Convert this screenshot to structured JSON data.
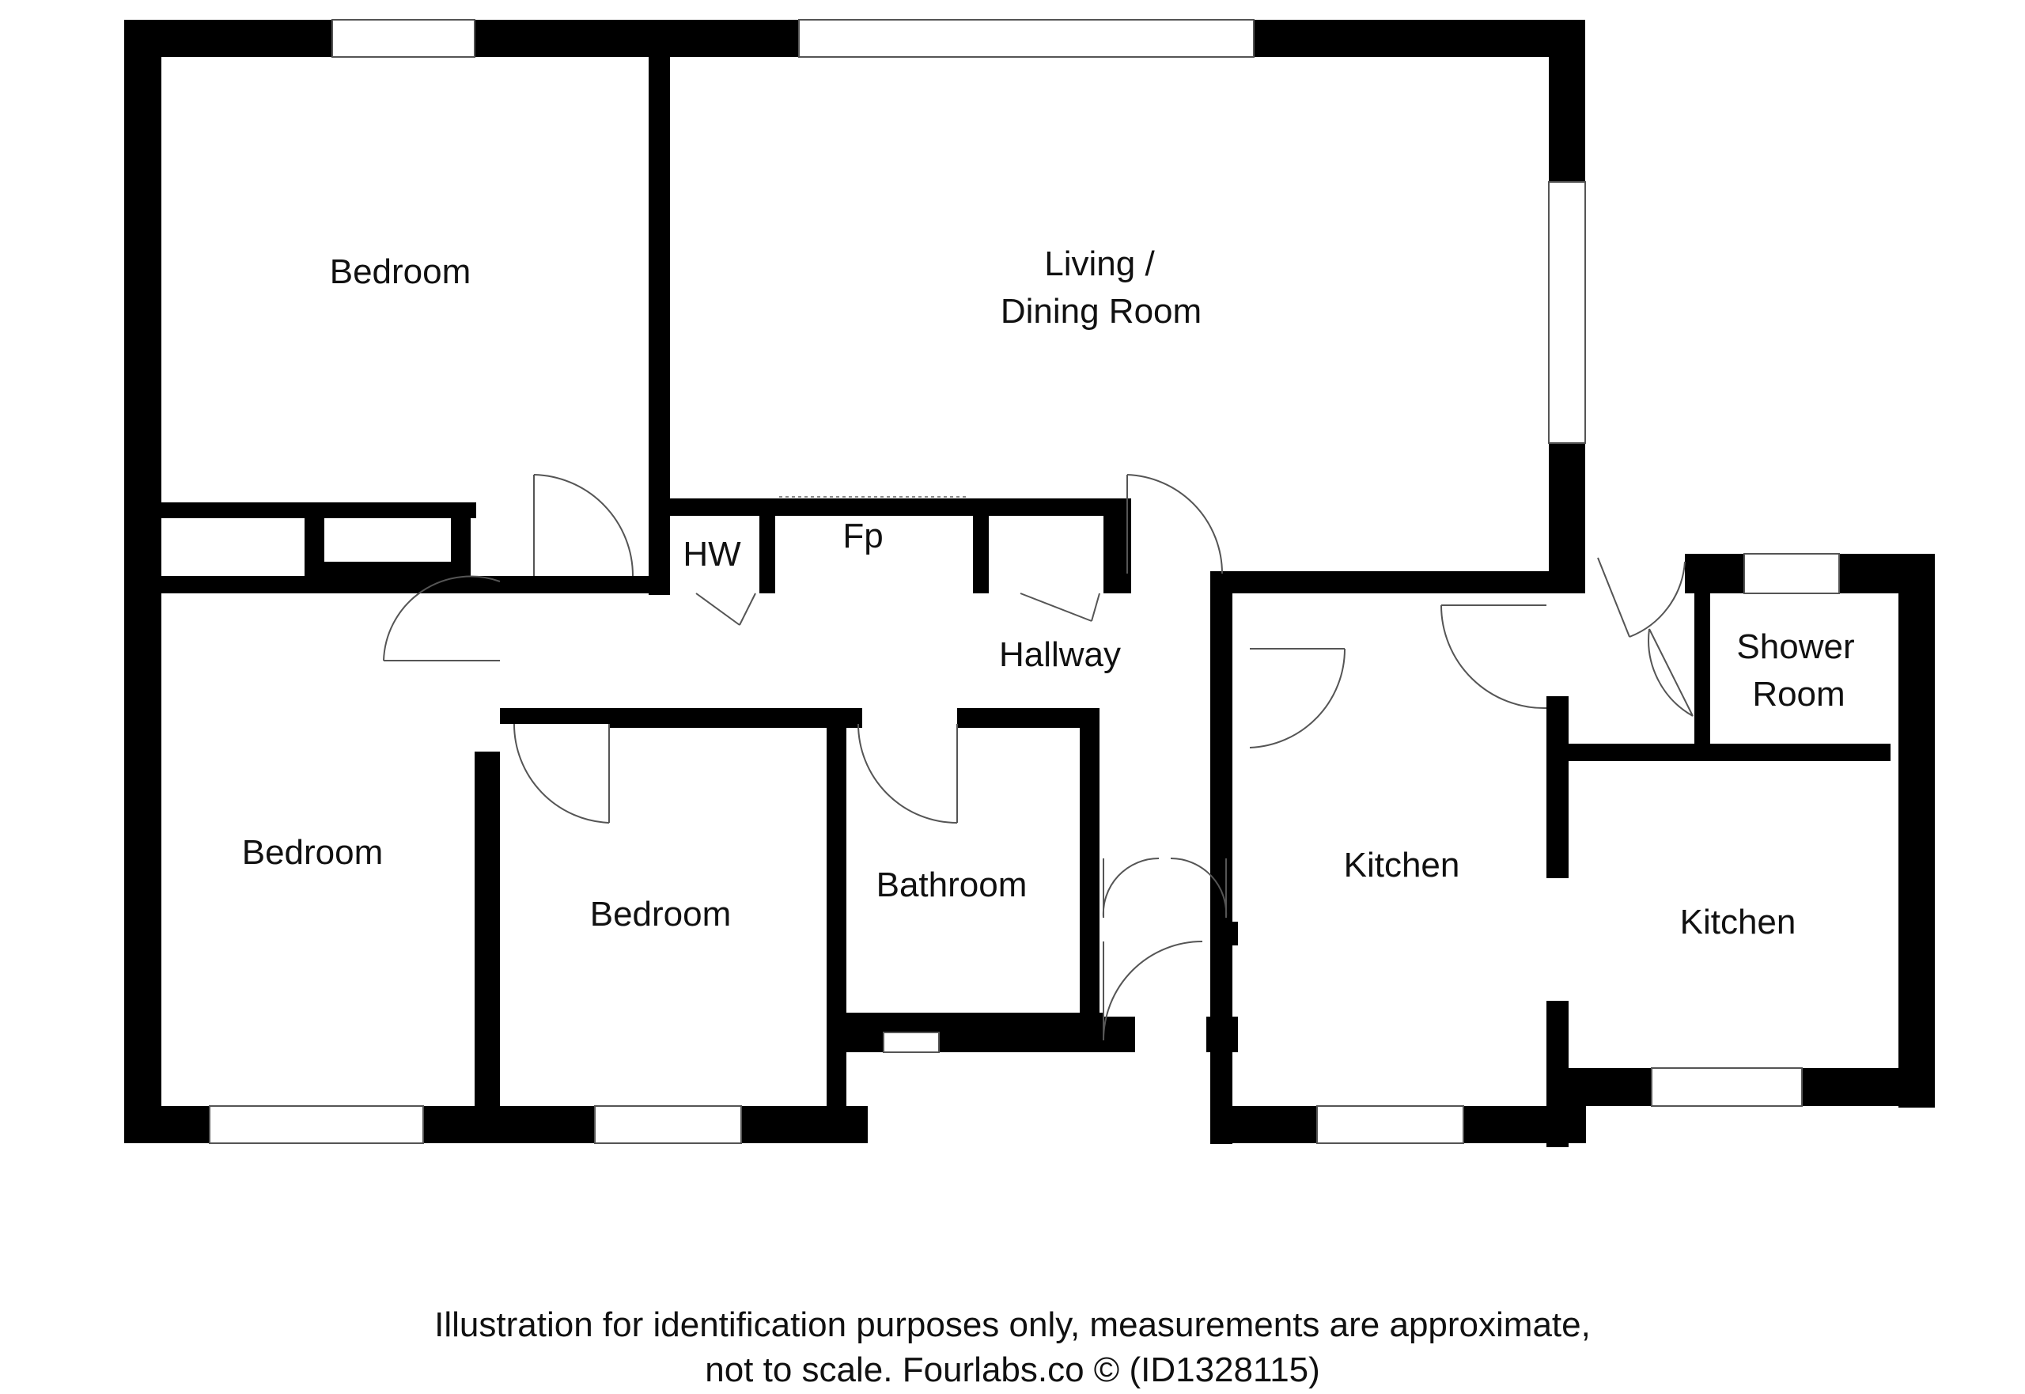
{
  "rooms": {
    "bedroom_top_left": "Bedroom",
    "living_line1": "Living /",
    "living_line2": "Dining Room",
    "hw": "HW",
    "fp": "Fp",
    "hallway": "Hallway",
    "bedroom_left": "Bedroom",
    "bedroom_middle": "Bedroom",
    "bathroom": "Bathroom",
    "kitchen_main": "Kitchen",
    "kitchen_right": "Kitchen",
    "shower_line1": "Shower",
    "shower_line2": "Room"
  },
  "caption": {
    "line1": "Illustration for identification purposes only, measurements are approximate,",
    "line2": "not to scale. Fourlabs.co © (ID1328115)"
  },
  "colors": {
    "wall": "#000000",
    "background": "#ffffff",
    "line": "#555555"
  }
}
